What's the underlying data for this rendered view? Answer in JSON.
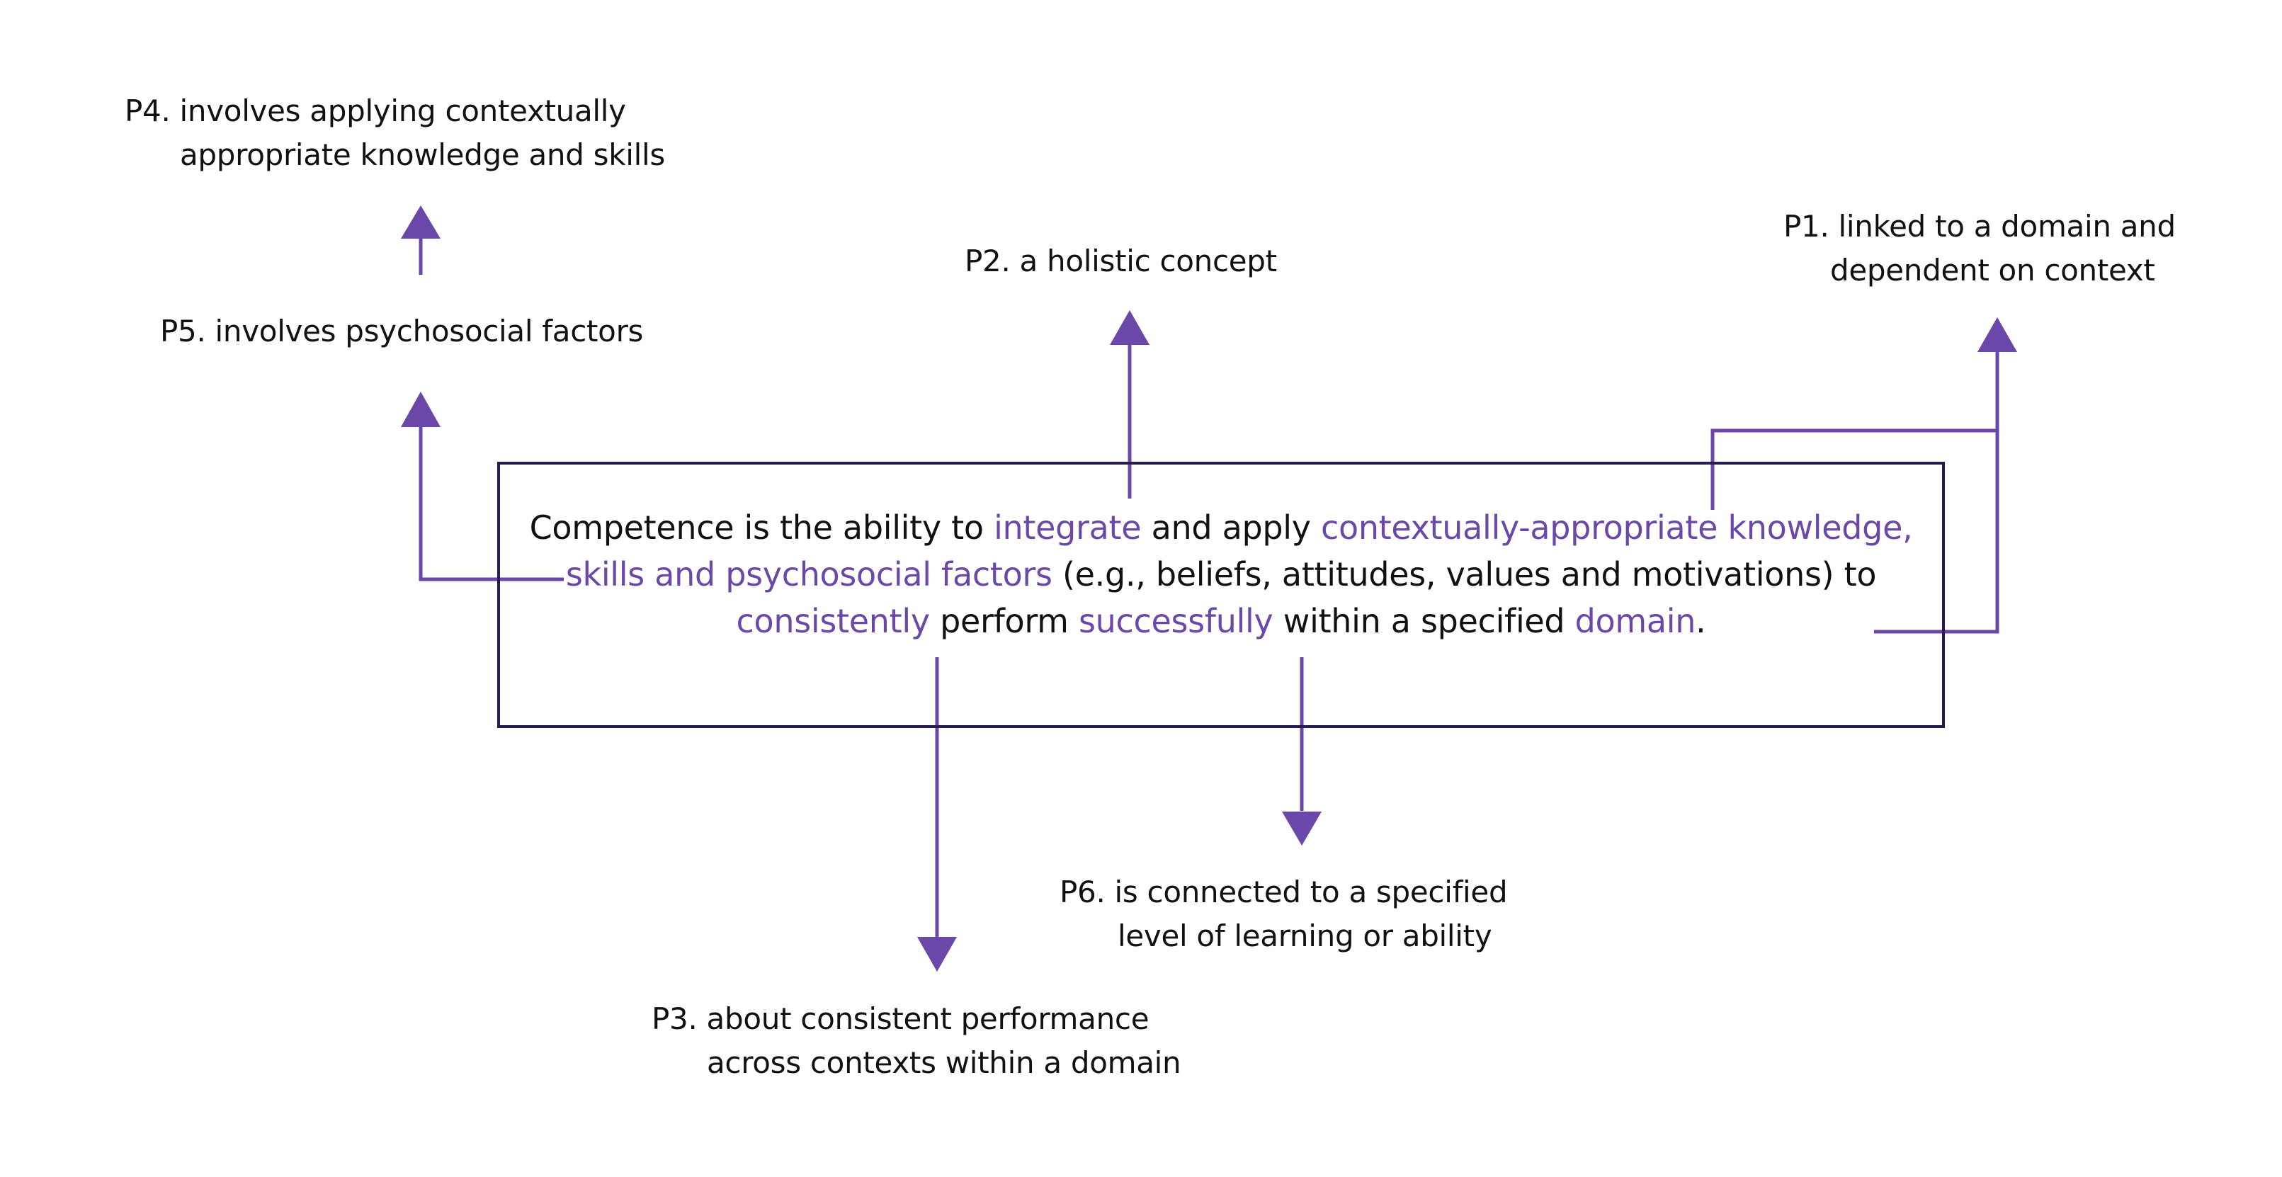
{
  "colors": {
    "accent": "#6a47a8",
    "box_border": "#2b1a4e",
    "text": "#111111"
  },
  "definition": {
    "parts": [
      "Competence is the ability to ",
      "integrate",
      " and apply ",
      "contextually-appropriate knowledge, skills and psychosocial factors",
      " (e.g., beliefs, attitudes, values and motivations) to ",
      "consistently",
      " perform ",
      "successfully",
      " within a specified ",
      "domain",
      "."
    ]
  },
  "principles": {
    "p1": {
      "line1": "P1. linked to a domain and",
      "line2": "dependent on context"
    },
    "p2": {
      "line1": "P2. a holistic concept"
    },
    "p3": {
      "line1": "P3. about consistent performance",
      "line2": "across contexts within a domain"
    },
    "p4": {
      "line1": "P4. involves applying contextually",
      "line2": "appropriate knowledge and skills"
    },
    "p5": {
      "line1": "P5. involves psychosocial factors"
    },
    "p6": {
      "line1": "P6. is connected to a specified",
      "line2": "level of learning or ability"
    }
  }
}
